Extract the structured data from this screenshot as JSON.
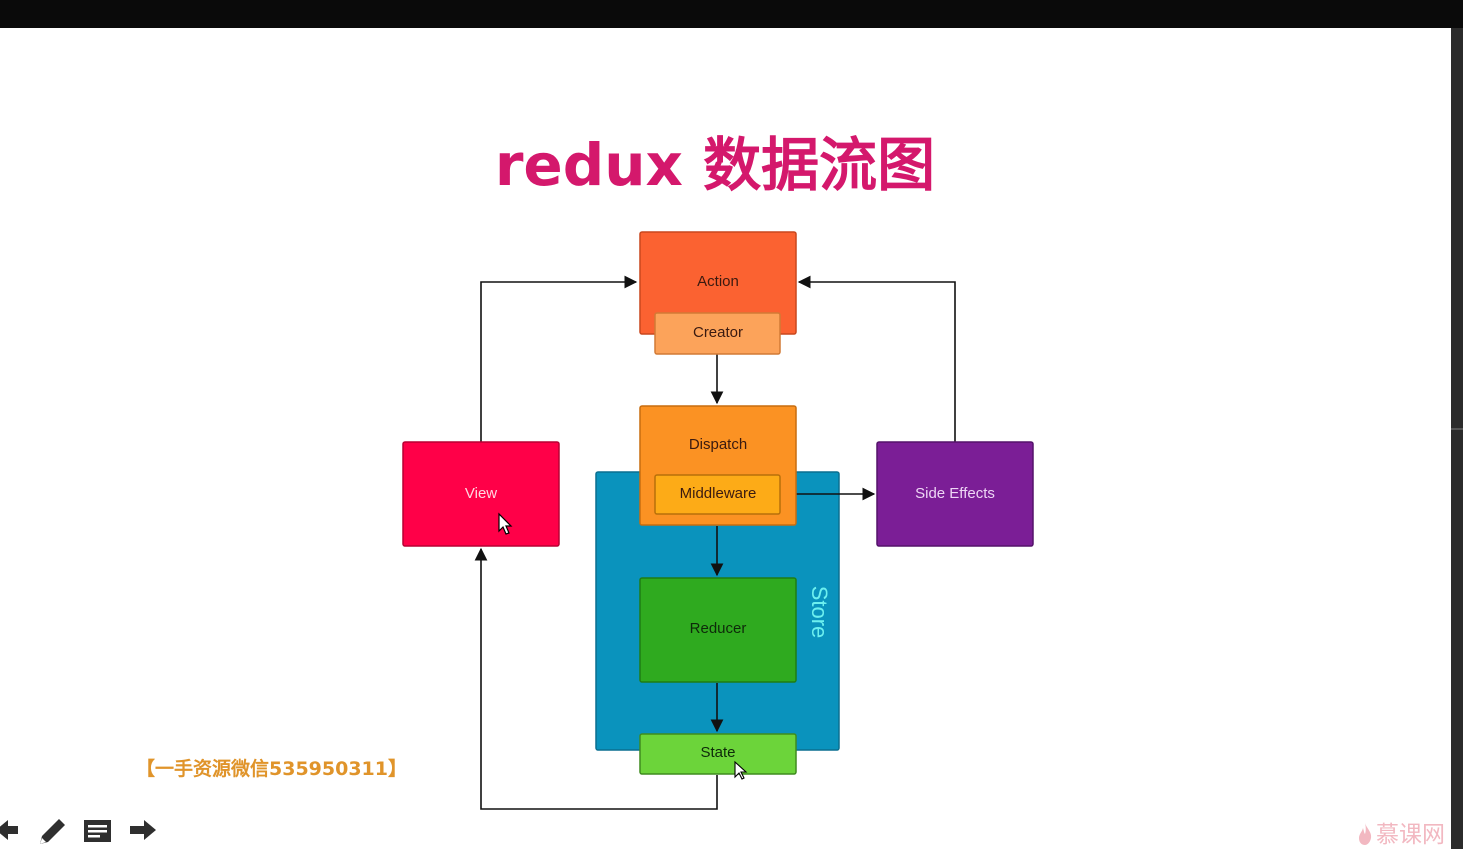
{
  "slide": {
    "title": "redux 数据流图",
    "watermark": "【一手资源微信535950311】",
    "brand": "慕课网"
  },
  "diagram": {
    "action_label": "Action",
    "creator_label": "Creator",
    "dispatch_label": "Dispatch",
    "middleware_label": "Middleware",
    "reducer_label": "Reducer",
    "state_label": "State",
    "store_label": "Store",
    "view_label": "View",
    "side_effects_label": "Side Effects",
    "colors": {
      "action": "#fb6231",
      "creator": "#fca35a",
      "dispatch": "#fb9223",
      "middleware": "#fdab17",
      "store": "#0a93bd",
      "store_text": "#6df0ef",
      "reducer": "#2faa1f",
      "state": "#6cd43a",
      "view": "#ff0048",
      "side_effects": "#7b1e96",
      "title": "#d4186c"
    }
  },
  "toolbar": {
    "icons": [
      "arrow-left-icon",
      "pencil-icon",
      "notes-icon",
      "arrow-right-icon"
    ]
  }
}
